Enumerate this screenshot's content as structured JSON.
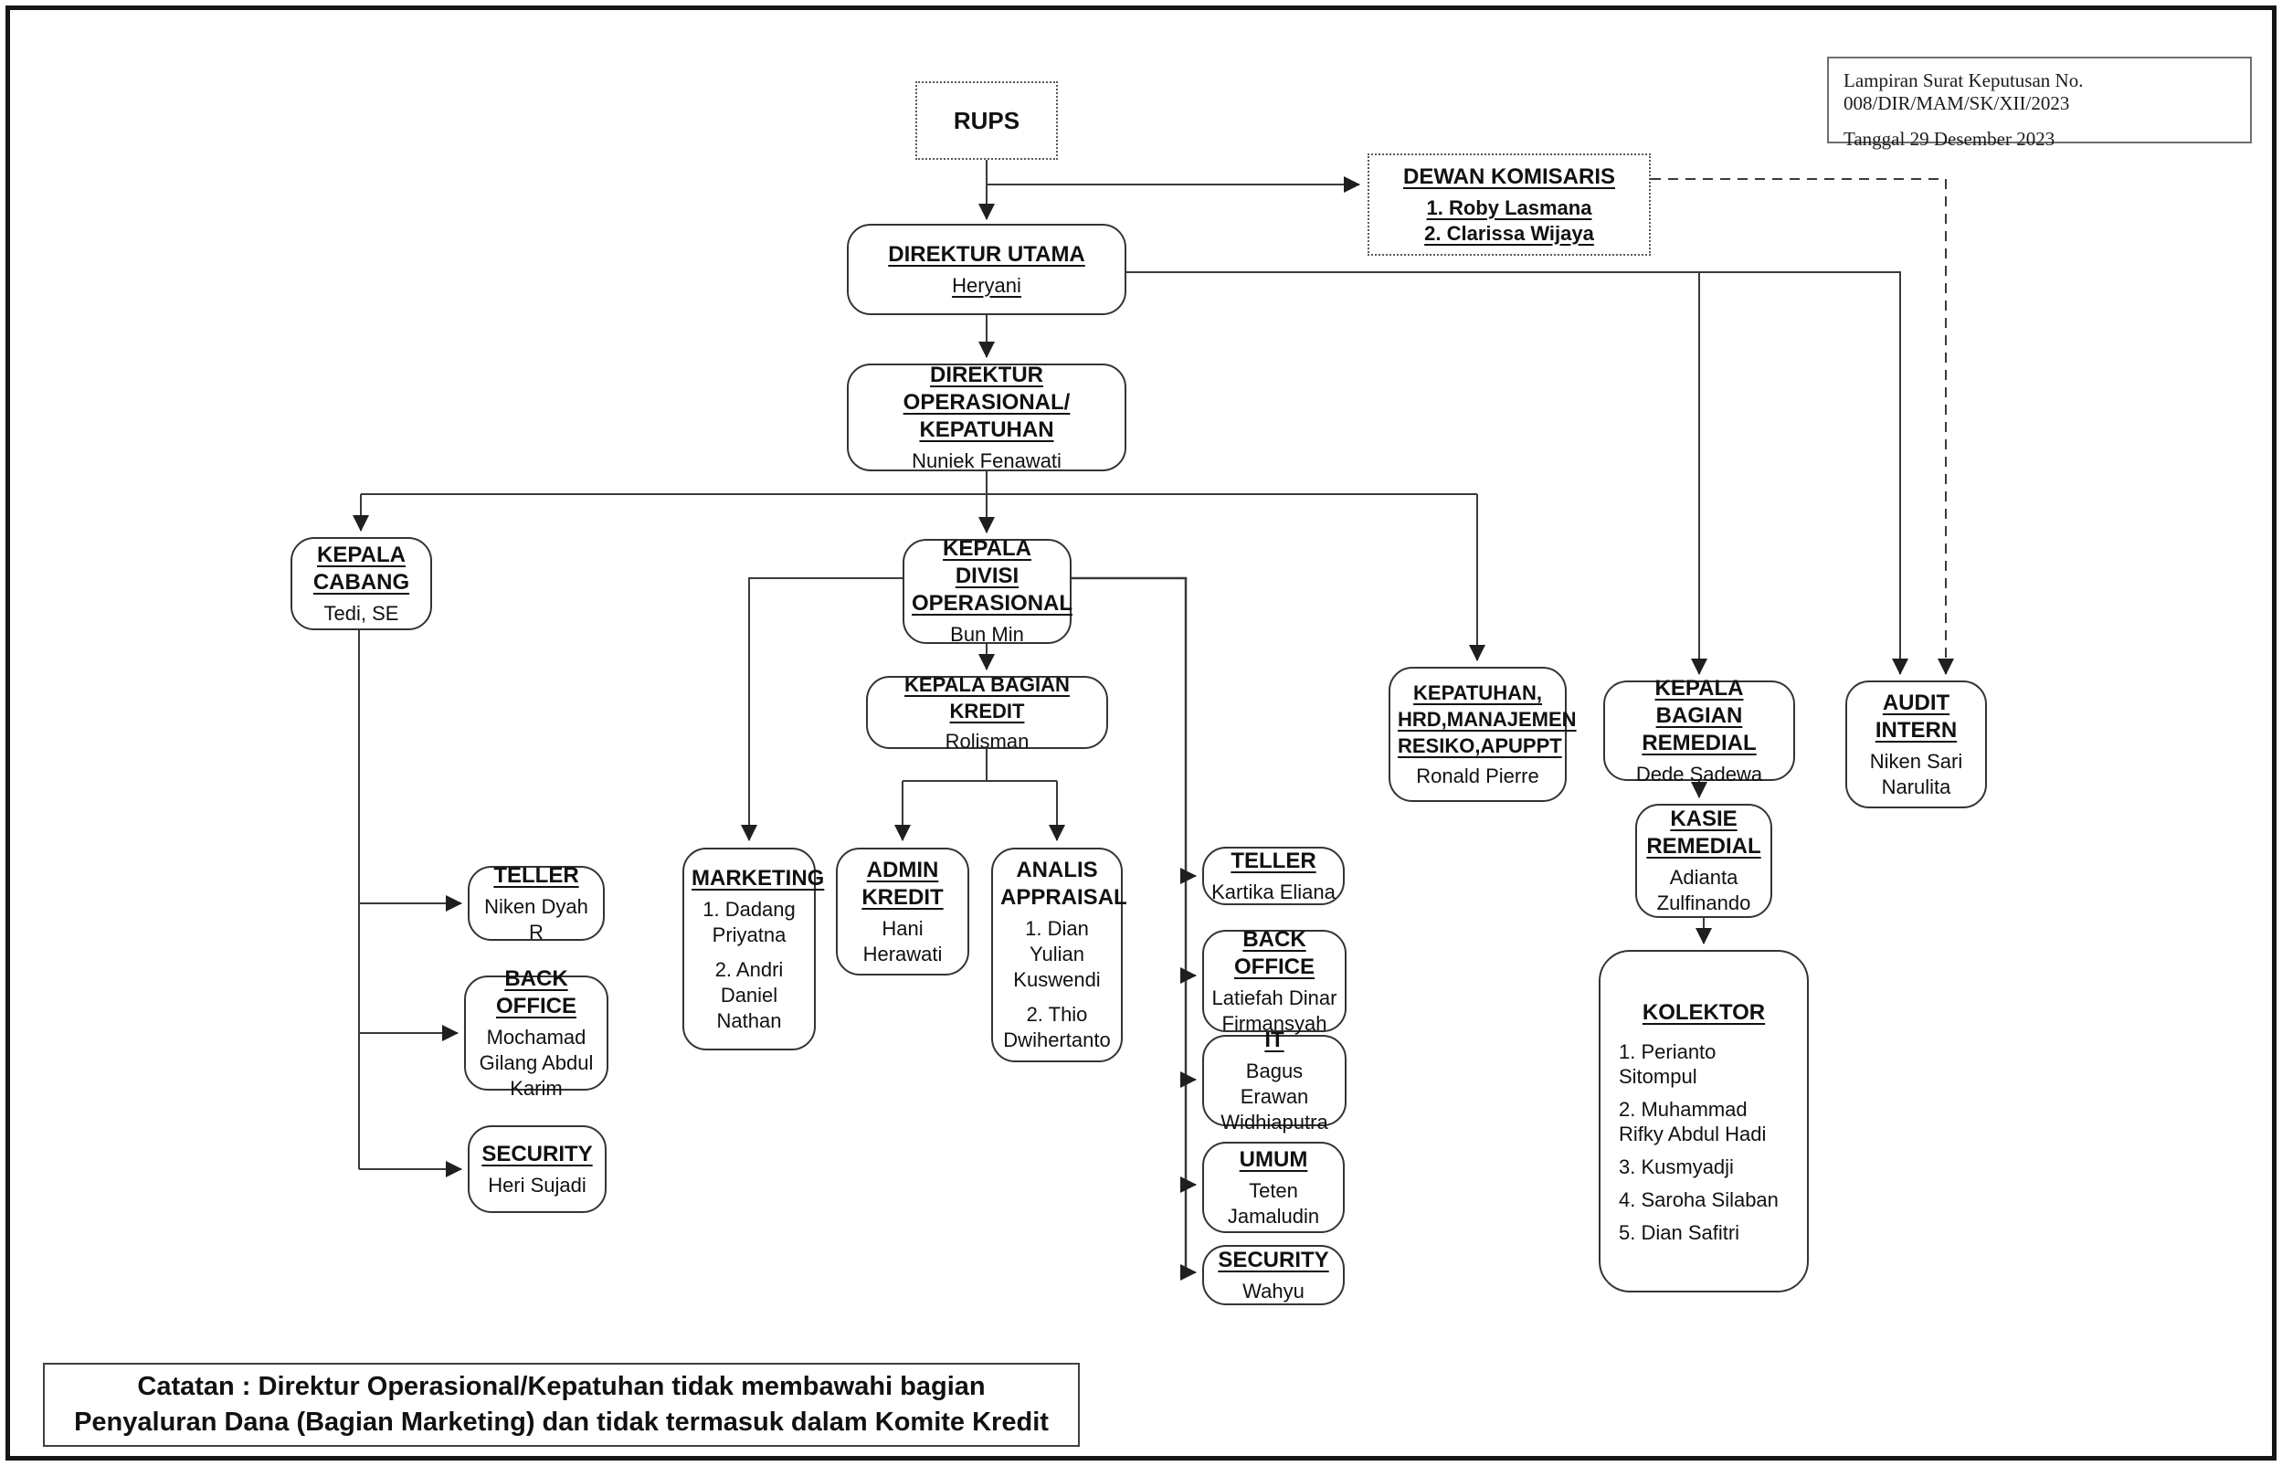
{
  "lampiran": {
    "line1": "Lampiran Surat Keputusan No. 008/DIR/MAM/SK/XII/2023",
    "line2": "Tanggal 29 Desember 2023"
  },
  "catatan": {
    "line1": "Catatan : Direktur Operasional/Kepatuhan tidak membawahi bagian",
    "line2": "Penyaluran Dana (Bagian Marketing) dan tidak termasuk dalam Komite Kredit"
  },
  "nodes": {
    "rups": {
      "title": [
        "RUPS"
      ],
      "names": []
    },
    "dewan_komisaris": {
      "title": [
        "DEWAN KOMISARIS"
      ],
      "names": [
        "1. Roby Lasmana",
        "2. Clarissa Wijaya"
      ]
    },
    "direktur_utama": {
      "title": [
        "DIREKTUR UTAMA"
      ],
      "names": [
        "Heryani"
      ]
    },
    "direktur_operasional": {
      "title": [
        "DIREKTUR OPERASIONAL/",
        "KEPATUHAN"
      ],
      "names": [
        "Nuniek Fenawati"
      ]
    },
    "kepala_cabang": {
      "title": [
        "KEPALA",
        "CABANG"
      ],
      "names": [
        "Tedi, SE"
      ]
    },
    "kepala_divisi_operasional": {
      "title": [
        "KEPALA DIVISI",
        "OPERASIONAL"
      ],
      "names": [
        "Bun Min"
      ]
    },
    "kepala_bagian_kredit": {
      "title": [
        "KEPALA BAGIAN KREDIT"
      ],
      "names": [
        "Rolisman"
      ]
    },
    "kepatuhan_hrd": {
      "title": [
        "KEPATUHAN,",
        "HRD,MANAJEMEN",
        "RESIKO,APUPPT"
      ],
      "names": [
        "Ronald Pierre"
      ]
    },
    "kepala_bagian_remedial": {
      "title": [
        "KEPALA BAGIAN",
        "REMEDIAL"
      ],
      "names": [
        "Dede Sadewa"
      ]
    },
    "audit_intern": {
      "title": [
        "AUDIT",
        "INTERN"
      ],
      "names": [
        "Niken Sari Narulita"
      ]
    },
    "kasie_remedial": {
      "title": [
        "KASIE",
        "REMEDIAL"
      ],
      "names": [
        "Adianta Zulfinando"
      ]
    },
    "kolektor": {
      "title": [
        "KOLEKTOR"
      ],
      "names": [
        "1. Perianto Sitompul",
        "2. Muhammad Rifky Abdul Hadi",
        "3. Kusmyadji",
        "4. Saroha Silaban",
        "5. Dian Safitri"
      ]
    },
    "teller_cabang": {
      "title": [
        "TELLER"
      ],
      "names": [
        "Niken Dyah R"
      ]
    },
    "back_office_cabang": {
      "title": [
        "BACK OFFICE"
      ],
      "names": [
        "Mochamad Gilang Abdul Karim"
      ]
    },
    "security_cabang": {
      "title": [
        "SECURITY"
      ],
      "names": [
        "Heri Sujadi"
      ]
    },
    "marketing": {
      "title": [
        "MARKETING"
      ],
      "names": [
        "1. Dadang Priyatna",
        "2. Andri Daniel Nathan"
      ]
    },
    "admin_kredit": {
      "title": [
        "ADMIN",
        "KREDIT"
      ],
      "names": [
        "Hani Herawati"
      ]
    },
    "analis_appraisal": {
      "title": [
        "ANALIS",
        "APPRAISAL"
      ],
      "names": [
        "1. Dian Yulian Kuswendi",
        "2. Thio Dwihertanto"
      ]
    },
    "teller_operasional": {
      "title": [
        "TELLER"
      ],
      "names": [
        "Kartika Eliana"
      ]
    },
    "back_office_operasional": {
      "title": [
        "BACK OFFICE"
      ],
      "names": [
        "Latiefah Dinar Firmansyah"
      ]
    },
    "it": {
      "title": [
        "IT"
      ],
      "names": [
        "Bagus Erawan Widhiaputra"
      ]
    },
    "umum": {
      "title": [
        "UMUM"
      ],
      "names": [
        "Teten Jamaludin"
      ]
    },
    "security_operasional": {
      "title": [
        "SECURITY"
      ],
      "names": [
        "Wahyu"
      ]
    }
  }
}
